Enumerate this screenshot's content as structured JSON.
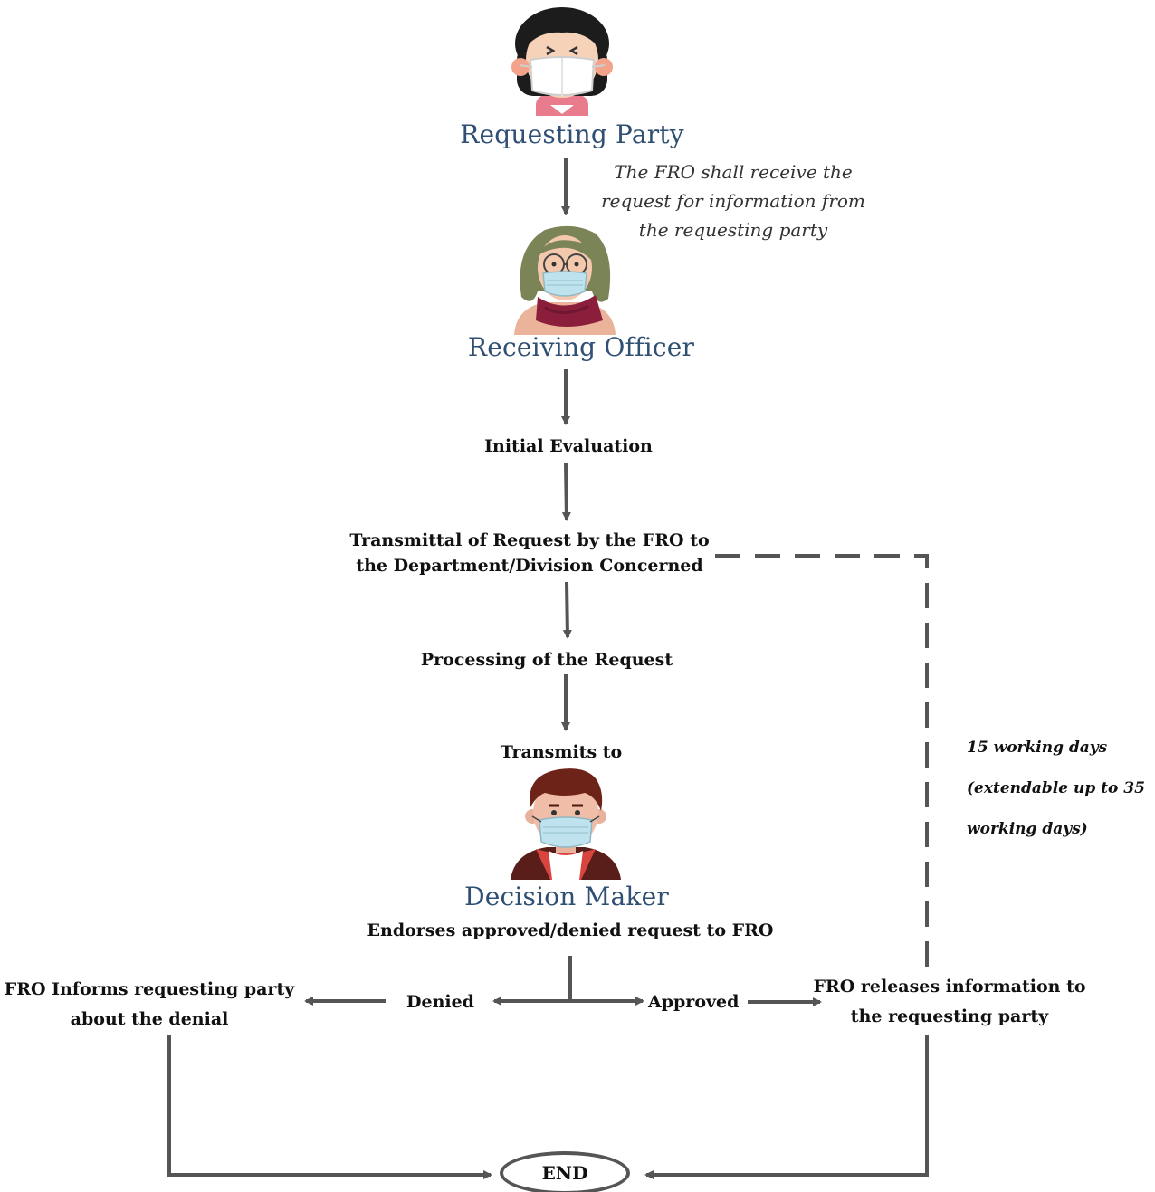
{
  "roles": {
    "requesting_party": "Requesting Party",
    "receiving_officer": "Receiving Officer",
    "decision_maker": "Decision Maker"
  },
  "notes": {
    "receive_line1": "The FRO shall receive the",
    "receive_line2": "request for information from",
    "receive_line3": "the requesting party",
    "days_line1": "15 working days",
    "days_line2": "(extendable up to 35",
    "days_line3": "working days)"
  },
  "steps": {
    "initial_evaluation": "Initial Evaluation",
    "transmittal_line1": "Transmittal of Request by the FRO to",
    "transmittal_line2": "the Department/Division Concerned",
    "processing": "Processing of the Request",
    "transmits_to": "Transmits to",
    "endorses": "Endorses approved/denied request to FRO",
    "denied": "Denied",
    "approved": "Approved",
    "inform_line1": "FRO Informs requesting party",
    "inform_line2": "about the denial",
    "release_line1": "FRO releases information to",
    "release_line2": "the requesting party",
    "end": "END"
  },
  "colors": {
    "role_title": "#2f4f73",
    "arrow": "#555555",
    "text": "#111111"
  },
  "icons": {
    "requesting_party": "woman-with-mask-avatar",
    "receiving_officer": "woman-with-scarf-and-mask-avatar",
    "decision_maker": "man-with-mask-avatar"
  }
}
